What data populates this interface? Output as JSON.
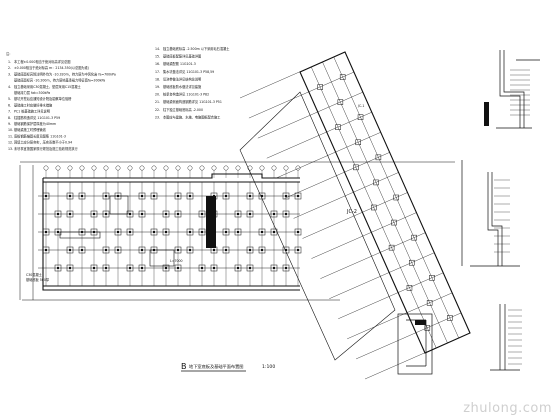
{
  "notes_left": {
    "header": "注：",
    "items": [
      {
        "num": "1.",
        "text": "本工程±0.000相当于绝对标高详见总图"
      },
      {
        "num": "2.",
        "text": "±0.000相当于绝对标高 m：2134.350(以总图为准)"
      },
      {
        "num": "3.",
        "text": "基础底面标高除注明外均为 -10.320m，持力层为中风化岩 fa=700kPa"
      },
      {
        "num": "",
        "text": "基础底面标高 -10.200m，持力层地基承载力特征值fa=300kPa"
      },
      {
        "num": "4.",
        "text": "独立基础采用C30混凝土，垫层采用C15混凝土"
      },
      {
        "num": "",
        "text": "基础持力层 fak=300kPa"
      },
      {
        "num": "5.",
        "text": "基坑开挖后应通知设计院及勘察单位验槽"
      },
      {
        "num": "6.",
        "text": "基础施工时应做好排水措施"
      },
      {
        "num": "7.",
        "text": "PC1  桩基础施工详见说明"
      },
      {
        "num": "8.",
        "text": "柱插筋构造详见 11G101-3 P59"
      },
      {
        "num": "9.",
        "text": "基础钢筋保护层厚度为40mm"
      },
      {
        "num": "10.",
        "text": "基础梁施工时预埋管线"
      },
      {
        "num": "11.",
        "text": "底板钢筋锚固长度见图集 11G101-3"
      },
      {
        "num": "12.",
        "text": "回填土应分层夯实，压实系数不小于0.94"
      },
      {
        "num": "13.",
        "text": "未尽事宜按国家现行规范及施工验收规范执行"
      }
    ]
  },
  "notes_right": {
    "items": [
      {
        "num": "14.",
        "text": "独立基础底标高 -2.500m 以下采用毛石混凝土"
      },
      {
        "num": "15.",
        "text": "基础底板配筋详见基础详图"
      },
      {
        "num": "16.",
        "text": "基础梁配筋 11G101-3"
      },
      {
        "num": "17.",
        "text": "集水坑做法详见 11G101-3 P58,59"
      },
      {
        "num": "18.",
        "text": "后浇带做法详见结构总说明"
      },
      {
        "num": "19.",
        "text": "基础底板防水做法详见建施"
      },
      {
        "num": "20.",
        "text": "桩承台构造详见 11G101-3 P82"
      },
      {
        "num": "21.",
        "text": "基础梁侧面构造钢筋详见 11G101-3 P51"
      },
      {
        "num": "22.",
        "text": "柱下独立基础底标高 -2.000"
      },
      {
        "num": "23.",
        "text": "本图应与建施、水施、电施图纸配合施工"
      }
    ]
  },
  "drawing": {
    "title": "地下室底板及基础平面布置图",
    "scale": "1:100",
    "title_prefix": "B",
    "left_label_1": "C30混凝土",
    "left_label_2": "基础底板 500厚",
    "dim_label": "L=7000",
    "callout_top": "JC-1",
    "callout_mid": "JC-2"
  },
  "watermark": {
    "text": "zhulong.com"
  }
}
